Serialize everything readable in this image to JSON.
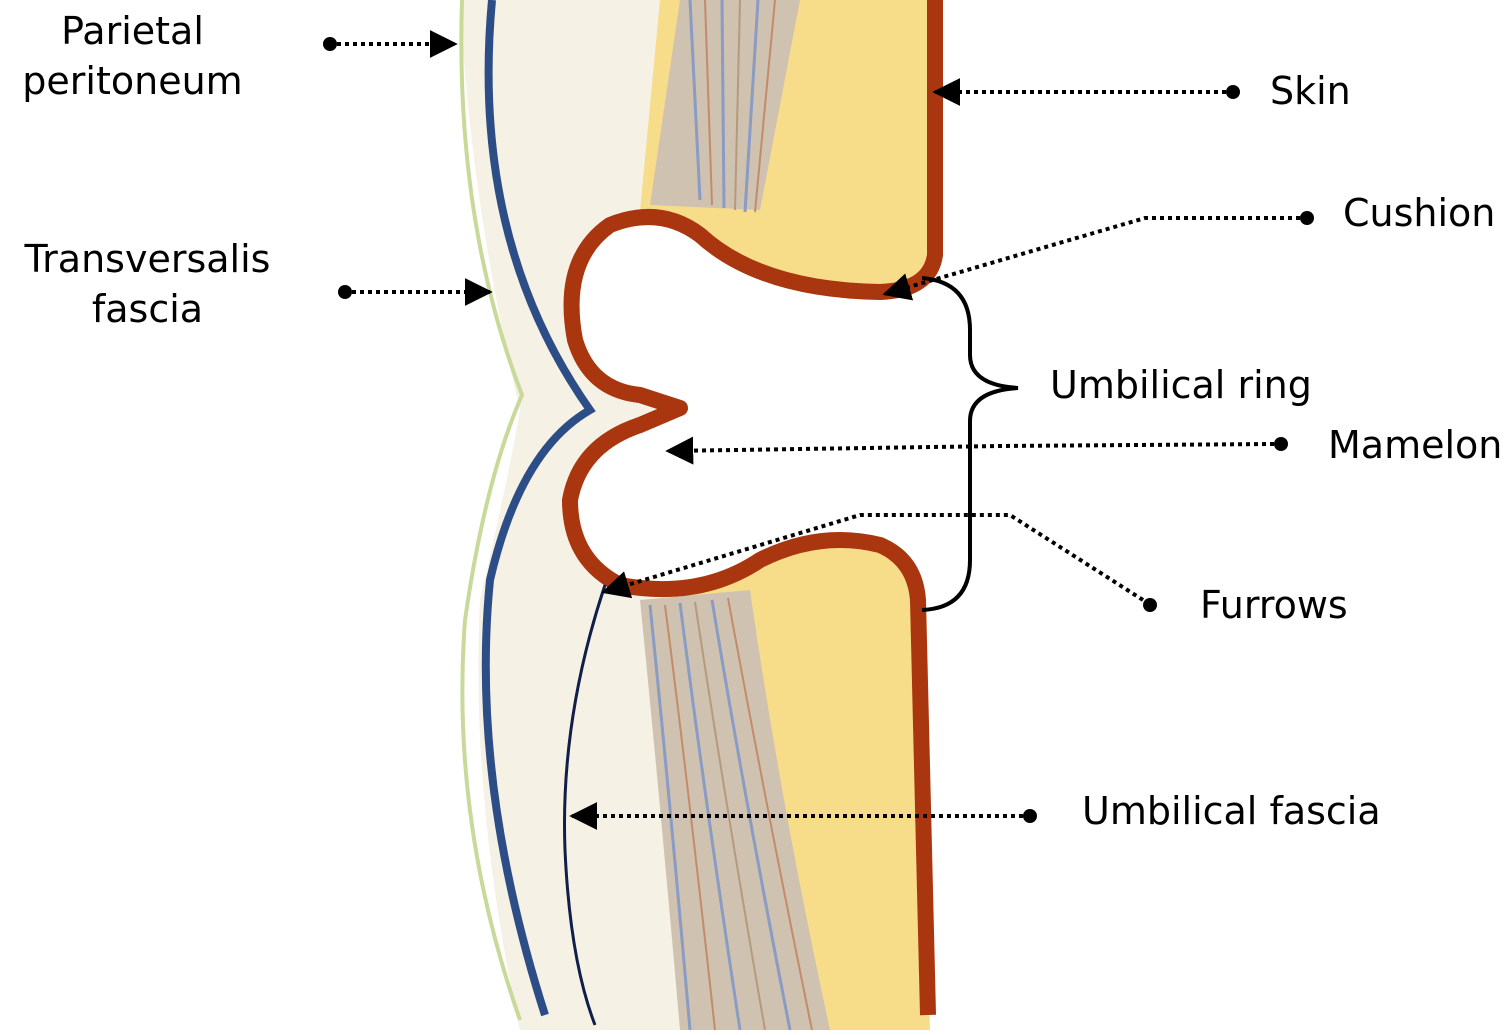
{
  "labels": {
    "parietal_peritoneum": [
      "Parietal",
      "peritoneum"
    ],
    "transversalis_fascia": [
      "Transversalis",
      "fascia"
    ],
    "skin": "Skin",
    "cushion": "Cushion",
    "umbilical_ring": "Umbilical ring",
    "mamelon": "Mamelon",
    "furrows": "Furrows",
    "umbilical_fascia": "Umbilical fascia"
  },
  "colors": {
    "skin": "#a9360f",
    "fat": "#f7dc8a",
    "muscle_base": "#d8c9b4",
    "transversalis": "#2d4d86",
    "peritoneum": "#c9d99a",
    "preperitoneal": "#f5f1e4",
    "umbilical_fascia": "#0f1f4a",
    "leader": "#000000"
  }
}
